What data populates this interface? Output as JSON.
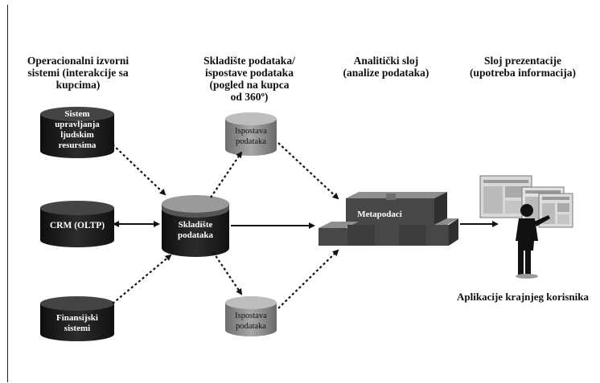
{
  "headers": {
    "col1": [
      "Operacionalni izvorni",
      "sistemi (interakcije sa",
      "kupcima)"
    ],
    "col2": [
      "Skladište podataka/",
      "ispostave podataka",
      "(pogled na kupca",
      "od 360º)"
    ],
    "col3": [
      "Analitički sloj",
      "(analize podataka)"
    ],
    "col4": [
      "Sloj prezentacije",
      "(upotreba informacija)"
    ]
  },
  "sources": {
    "hr": [
      "Sistem",
      "upravljanja",
      "ljudskim",
      "resursima"
    ],
    "crm": [
      "CRM (OLTP)"
    ],
    "fin": [
      "Finansijski",
      "sistemi"
    ]
  },
  "warehouse": [
    "Skladište",
    "podataka"
  ],
  "marts": {
    "top": [
      "Ispostava",
      "podataka"
    ],
    "bottom": [
      "Ispostava",
      "podataka"
    ]
  },
  "metadata_label": "Metapodaci",
  "end_user_label": "Aplikacije krajnjeg korisnika",
  "colors": {
    "cylinder_dark": "#1c1c1c",
    "cylinder_light": "#8a8a8a",
    "block": "#4a4a4a",
    "text_light": "#ffffff",
    "text_dark": "#111111"
  }
}
